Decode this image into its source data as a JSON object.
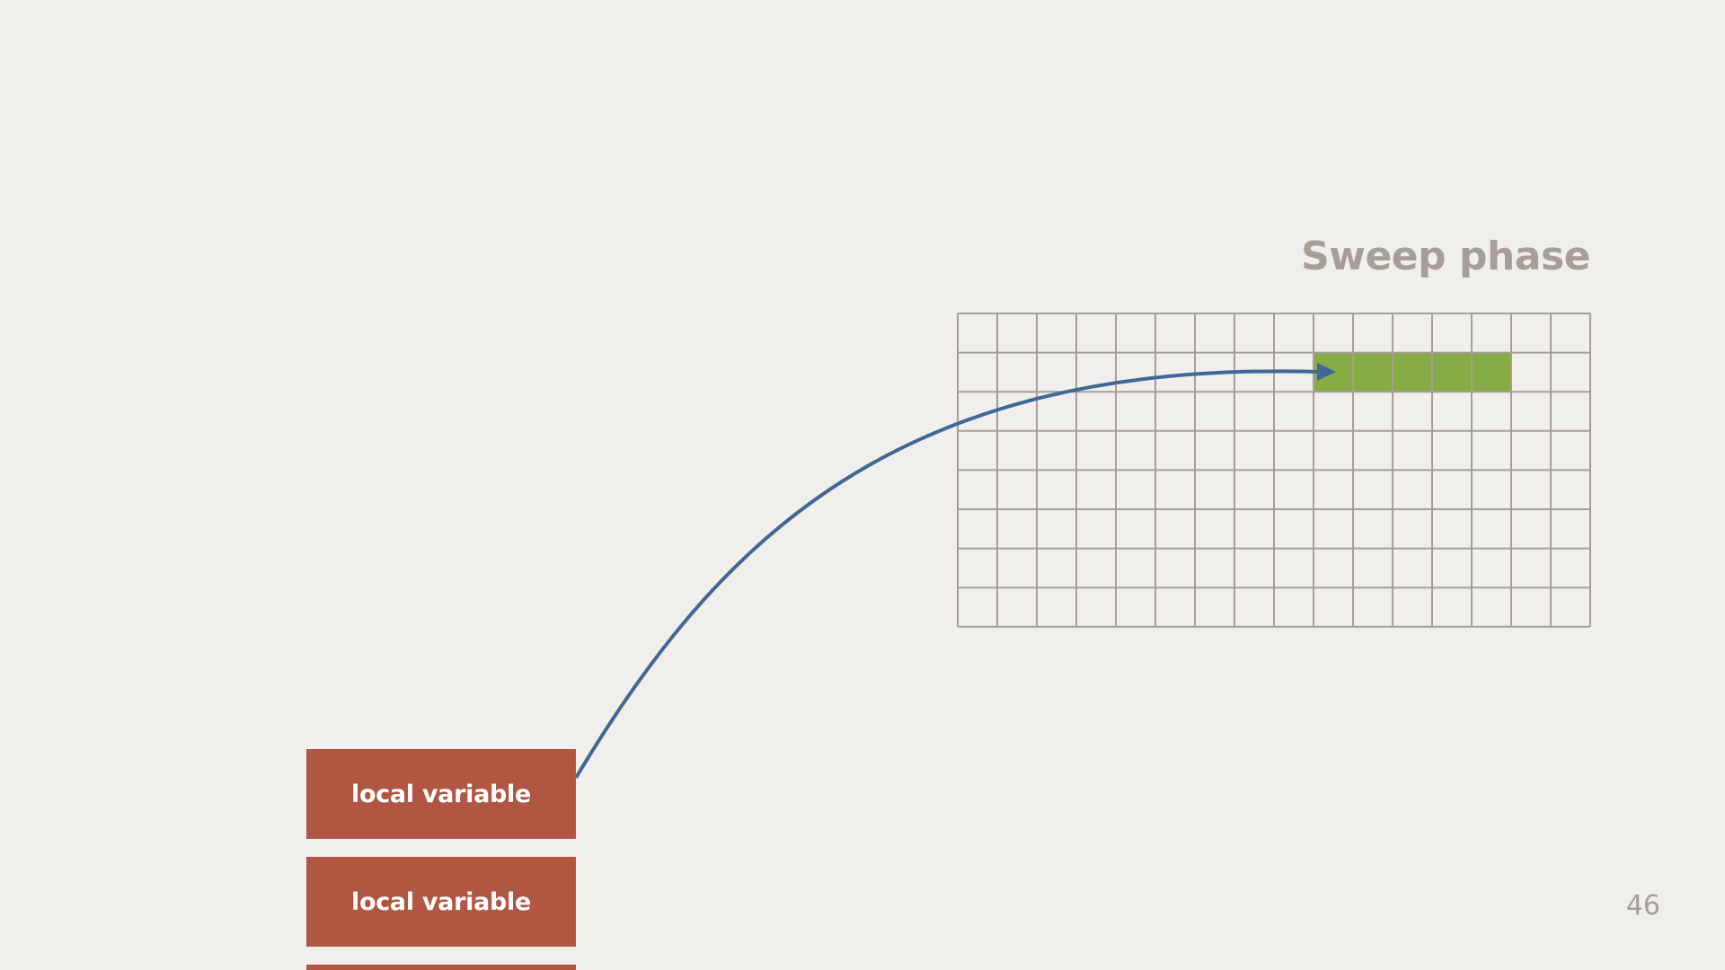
{
  "slide": {
    "title": "Sweep phase",
    "page_number": "46"
  },
  "stack": {
    "items": [
      {
        "label": "local variable"
      },
      {
        "label": "local variable"
      },
      {
        "label": ""
      }
    ]
  },
  "heap": {
    "columns": 16,
    "rows": 8,
    "highlighted_cells": [
      {
        "row": 1,
        "col": 9
      },
      {
        "row": 1,
        "col": 10
      },
      {
        "row": 1,
        "col": 11
      },
      {
        "row": 1,
        "col": 12
      },
      {
        "row": 1,
        "col": 13
      }
    ]
  },
  "colors": {
    "background": "#f0efec",
    "title": "#a89e95",
    "grid_line": "#a89e95",
    "stack_box": "#b15642",
    "highlight": "#86ad45",
    "arrow": "#3e6896"
  }
}
